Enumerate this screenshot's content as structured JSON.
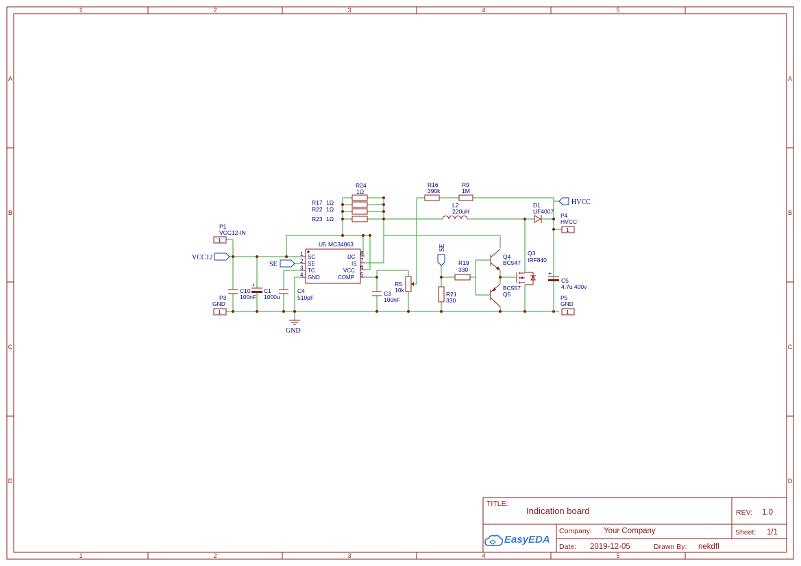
{
  "frame": {
    "columns": [
      "1",
      "2",
      "3",
      "4",
      "5"
    ],
    "rows": [
      "A",
      "B",
      "C",
      "D"
    ]
  },
  "title_block": {
    "title_label": "TITLE:",
    "title": "Indication board",
    "rev_label": "REV:",
    "rev": "1.0",
    "company_label": "Company:",
    "company": "Your Company",
    "sheet_label": "Sheet:",
    "sheet": "1/1",
    "date_label": "Date:",
    "date": "2019-12-05",
    "drawn_label": "Drawn By:",
    "drawn_by": "nekdfl",
    "logo_text": "EasyEDA"
  },
  "nets": {
    "vcc12": "VCC12",
    "se_left": "SE",
    "se_top": "SE",
    "hvcc": "HVCC",
    "gnd": "GND"
  },
  "components": {
    "P1": {
      "ref": "P1",
      "value": "VCC12-IN",
      "pin": "1"
    },
    "P3": {
      "ref": "P3",
      "value": "GND",
      "pin": "1"
    },
    "P4": {
      "ref": "P4",
      "value": "HVCC",
      "pin": "1"
    },
    "P5": {
      "ref": "P5",
      "value": "GND",
      "pin": "1"
    },
    "C10": {
      "ref": "C10",
      "value": "100nF"
    },
    "C1": {
      "ref": "C1",
      "value": "1000u"
    },
    "C4": {
      "ref": "C4",
      "value": "510pF"
    },
    "C3": {
      "ref": "C3",
      "value": "100nF"
    },
    "C5": {
      "ref": "C5",
      "value": "4.7u 400v"
    },
    "R24": {
      "ref": "R24",
      "value": "1Ω"
    },
    "R17": {
      "ref": "R17",
      "value": "1Ω"
    },
    "R22": {
      "ref": "R22",
      "value": "1Ω"
    },
    "R23": {
      "ref": "R23",
      "value": "1Ω"
    },
    "R16": {
      "ref": "R16",
      "value": "390k"
    },
    "R9": {
      "ref": "R9",
      "value": "1M"
    },
    "R19": {
      "ref": "R19",
      "value": "330"
    },
    "R21": {
      "ref": "R21",
      "value": "330"
    },
    "R5": {
      "ref": "R5",
      "value": "10k"
    },
    "L2": {
      "ref": "L2",
      "value": "220uH"
    },
    "D1": {
      "ref": "D1",
      "value": "UF4007"
    },
    "Q3": {
      "ref": "Q3",
      "value": "IRF840"
    },
    "Q4": {
      "ref": "Q4",
      "value": "BC547"
    },
    "Q5": {
      "ref": "Q5",
      "value": "BC557"
    },
    "U5": {
      "ref": "U5",
      "value": "MC34063",
      "left_pins": [
        {
          "num": "1",
          "name": "SC"
        },
        {
          "num": "2",
          "name": "SE"
        },
        {
          "num": "3",
          "name": "TC"
        },
        {
          "num": "4",
          "name": "GND"
        }
      ],
      "right_pins": [
        {
          "num": "8",
          "name": "DC"
        },
        {
          "num": "7",
          "name": "IS"
        },
        {
          "num": "6",
          "name": "VCC"
        },
        {
          "num": "5",
          "name": "COMP"
        }
      ]
    }
  }
}
